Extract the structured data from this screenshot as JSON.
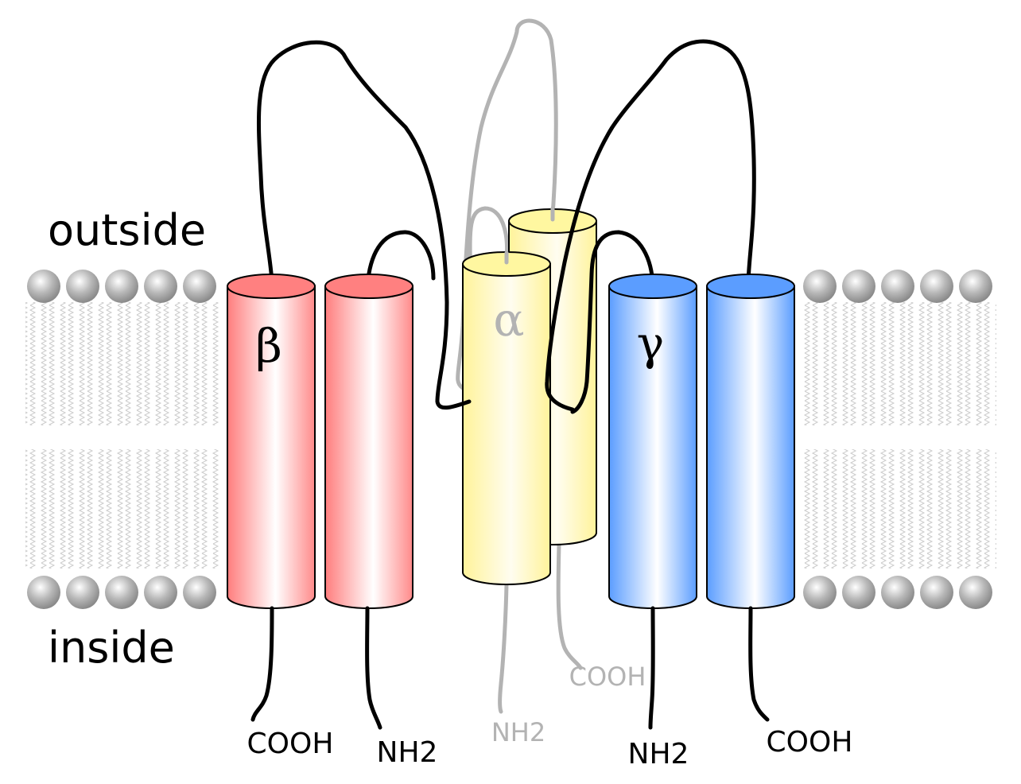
{
  "regions": {
    "outside": "outside",
    "inside": "inside"
  },
  "subunits": {
    "beta": {
      "symbol": "β",
      "c_terminus": "COOH",
      "n_terminus": "NH2"
    },
    "alpha": {
      "symbol": "α",
      "c_terminus": "COOH",
      "n_terminus": "NH2"
    },
    "gamma": {
      "symbol": "γ",
      "c_terminus": "COOH",
      "n_terminus": "NH2"
    }
  },
  "colors": {
    "beta": "#ff8080",
    "alpha": "#fff7a0",
    "gamma": "#5b9dff",
    "faded": "#b3b3b3",
    "loop": "#000000"
  }
}
